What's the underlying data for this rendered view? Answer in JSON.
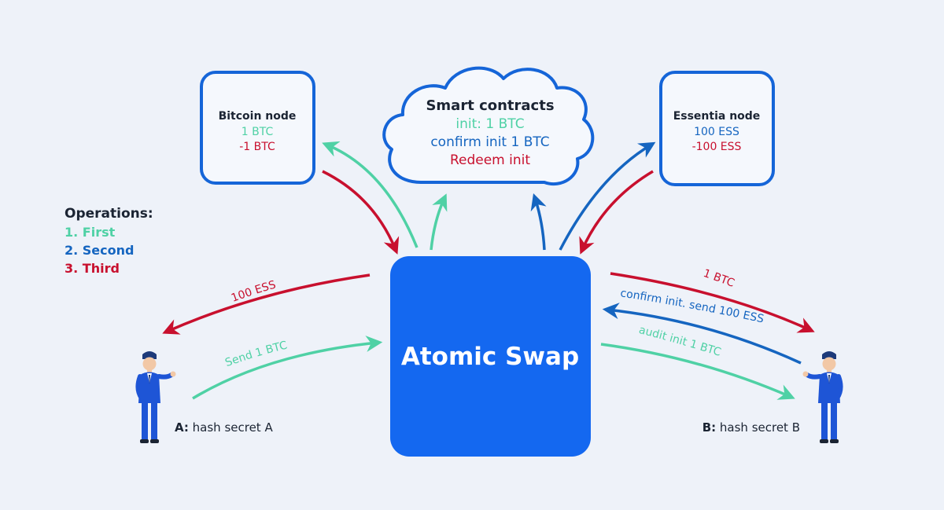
{
  "colors": {
    "first": "#4fd1a5",
    "second": "#1565c0",
    "third": "#c8102e",
    "box_border": "#1565d8",
    "center_fill": "#1468f0",
    "text_dark": "#1b2433",
    "background": "#eef2f9"
  },
  "bitcoin_node": {
    "title": "Bitcoin node",
    "line1": "1 BTC",
    "line2": "-1 BTC"
  },
  "smart_contracts": {
    "title": "Smart contracts",
    "line1": "init: 1 BTC",
    "line2": "confirm init 1 BTC",
    "line3": "Redeem init"
  },
  "essentia_node": {
    "title": "Essentia node",
    "line1": "100 ESS",
    "line2": "-100 ESS"
  },
  "operations": {
    "title": "Operations:",
    "items": [
      "1. First",
      "2. Second",
      "3. Third"
    ]
  },
  "center": {
    "label": "Atomic Swap"
  },
  "arrows": {
    "left_top": "100 ESS",
    "left_bottom": "Send 1 BTC",
    "right_top": "1 BTC",
    "right_middle": "confirm init. send 100 ESS",
    "right_bottom": "audit init 1 BTC"
  },
  "person_a": {
    "key": "A:",
    "text": " hash secret A",
    "icon": "person-icon"
  },
  "person_b": {
    "key": "B:",
    "text": " hash secret B",
    "icon": "person-icon"
  }
}
